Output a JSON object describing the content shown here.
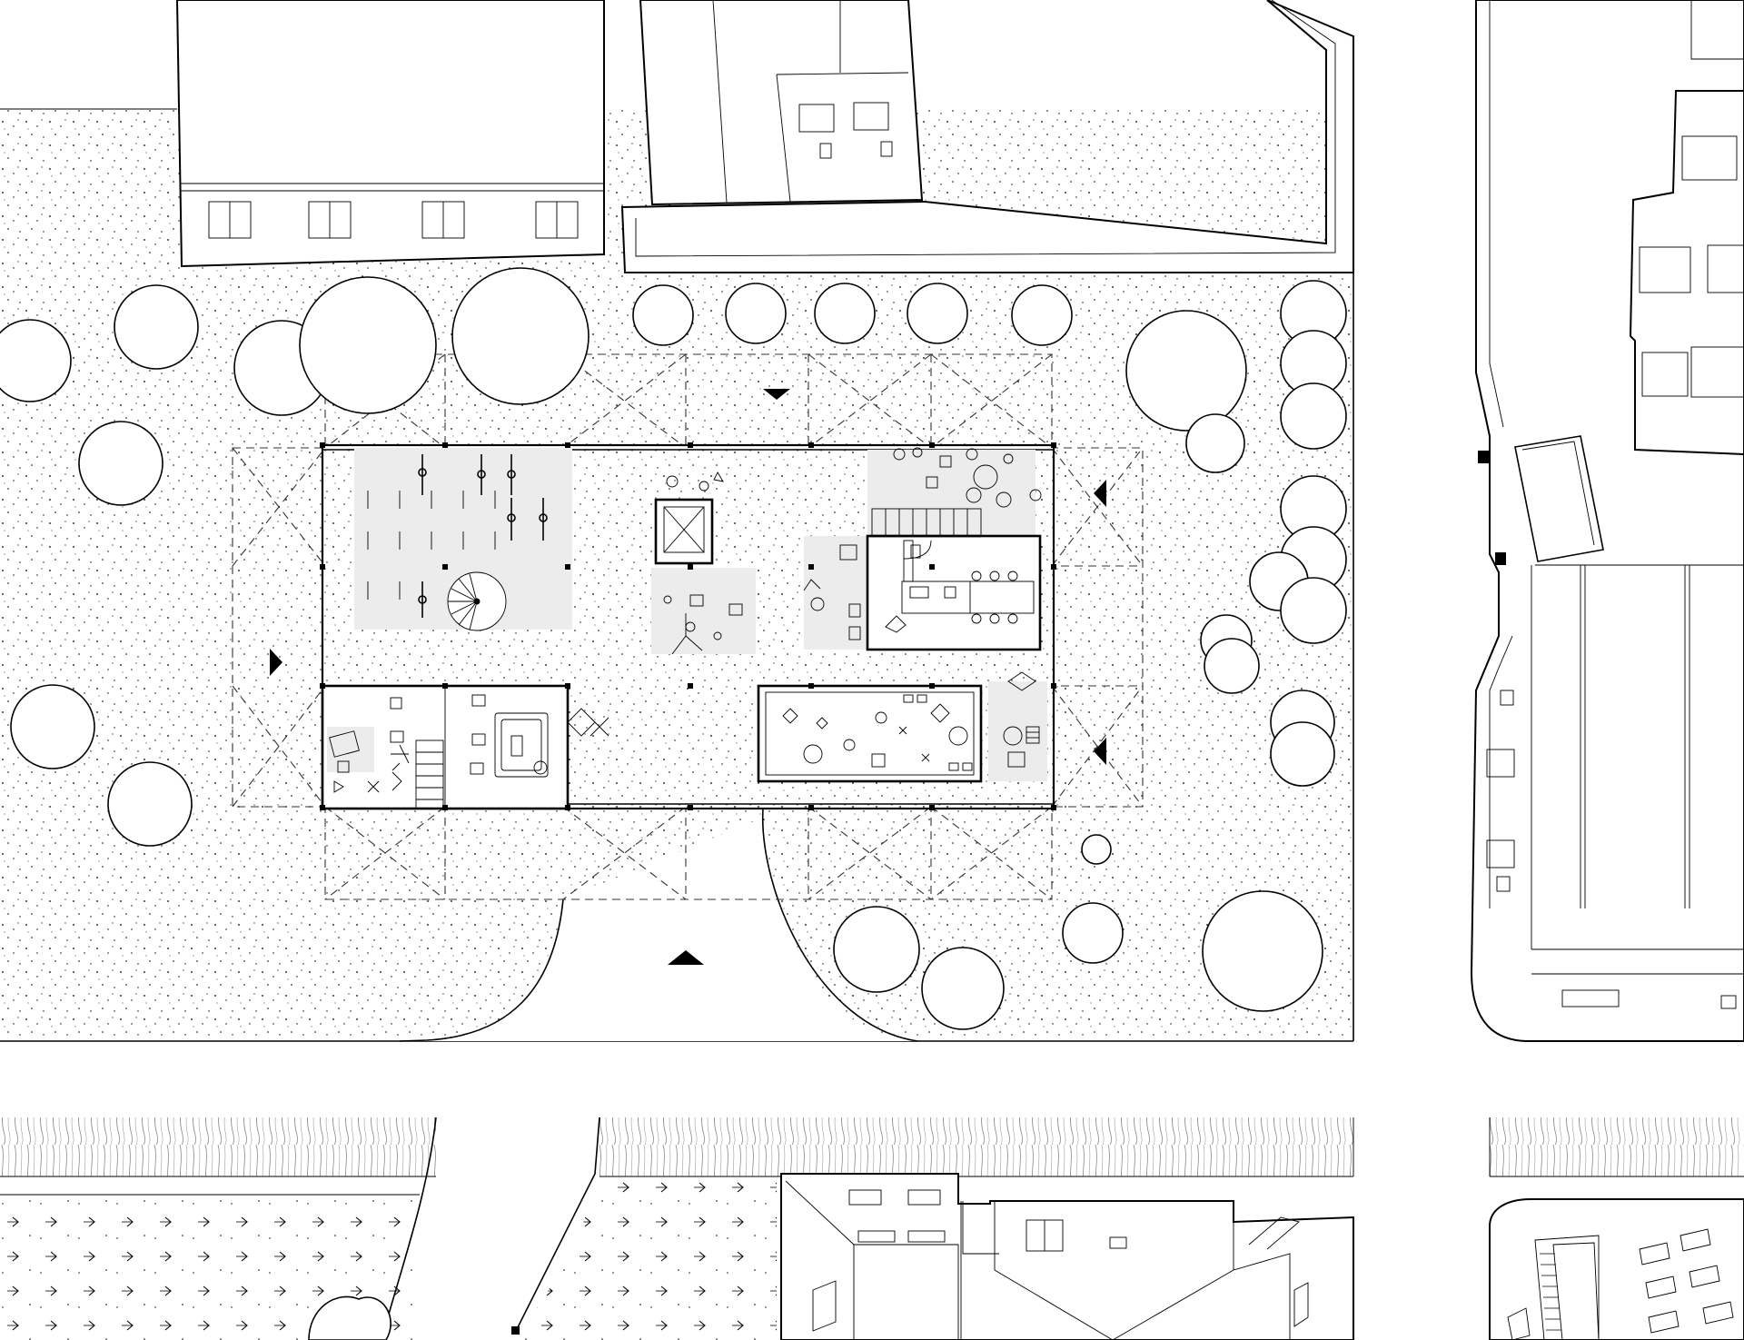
{
  "drawing": {
    "kind": "site-plan",
    "labels": []
  },
  "legend_markers": {
    "entrance_arrow_icon": "black-triangle",
    "tree_icon": "circle-canopy",
    "plant_icon": "scribble-shrub"
  },
  "colors": {
    "line": "#000000",
    "shaded_floor": "#ececec",
    "paper": "#ffffff"
  }
}
